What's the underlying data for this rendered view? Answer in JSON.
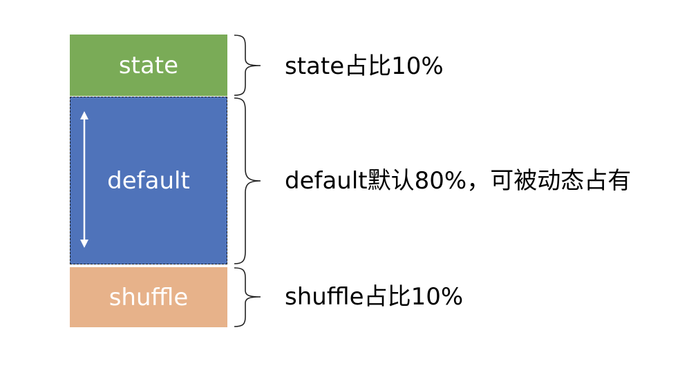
{
  "diagram": {
    "blocks": {
      "state": {
        "label": "state",
        "description": "state占比10%",
        "fill_color": "#7aab57"
      },
      "default": {
        "label": "default",
        "description": "default默认80%，可被动态占有",
        "fill_color": "#4f73ba",
        "border_style": "dashed"
      },
      "shuffle": {
        "label": "shuffle",
        "description": "shuffle占比10%",
        "fill_color": "#e7b28a"
      }
    },
    "icons": {
      "default_double_arrow": "double-arrow-icon",
      "brace": "brace-icon"
    }
  }
}
